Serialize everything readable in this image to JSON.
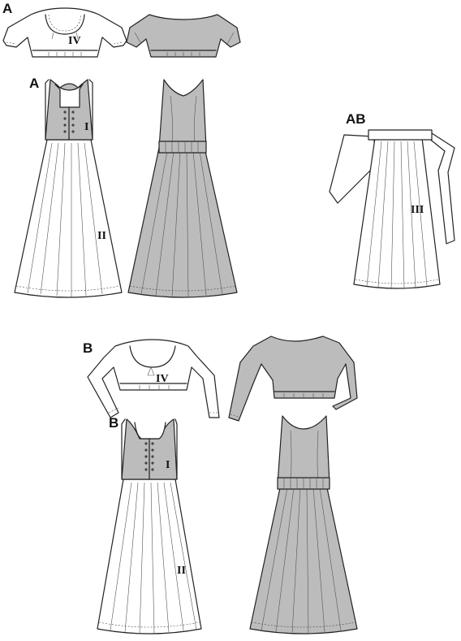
{
  "colors": {
    "front": "#ffffff",
    "back": "#bcbcbc",
    "lining": "#d6d6d6",
    "outline": "#222222"
  },
  "labels": {
    "view_a": "A",
    "view_ab": "AB",
    "view_b": "B"
  },
  "pieces": {
    "bodice": "I",
    "skirt": "II",
    "apron": "III",
    "blouse": "IV"
  },
  "figures": [
    {
      "id": "blouse-a-front",
      "view": "A",
      "side": "front"
    },
    {
      "id": "blouse-a-back",
      "view": "A",
      "side": "back"
    },
    {
      "id": "dress-a-front",
      "view": "A",
      "side": "front"
    },
    {
      "id": "dress-a-back",
      "view": "A",
      "side": "back"
    },
    {
      "id": "apron-ab",
      "view": "AB",
      "side": "front"
    },
    {
      "id": "blouse-b-front",
      "view": "B",
      "side": "front"
    },
    {
      "id": "blouse-b-back",
      "view": "B",
      "side": "back"
    },
    {
      "id": "dress-b-front",
      "view": "B",
      "side": "front"
    },
    {
      "id": "dress-b-back",
      "view": "B",
      "side": "back"
    }
  ]
}
